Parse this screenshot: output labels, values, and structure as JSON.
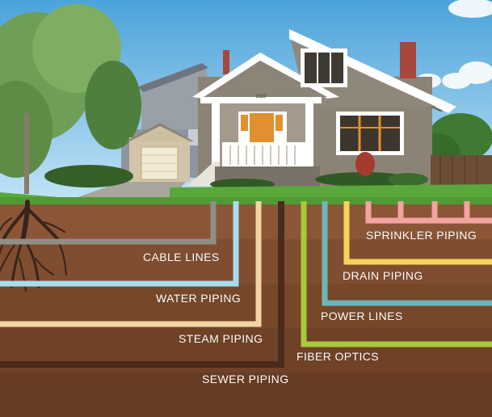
{
  "labels": {
    "cable_lines": "CABLE LINES",
    "water_piping": "WATER PIPING",
    "steam_piping": "STEAM PIPING",
    "sewer_piping": "SEWER PIPING",
    "sprinkler_piping": "SPRINKLER PIPING",
    "drain_piping": "DRAIN PIPING",
    "power_lines": "POWER LINES",
    "fiber_optics": "FIBER OPTICS"
  },
  "house_number": "2110",
  "colors": {
    "sky": "#7ec3ea",
    "grass": "#4f9a35",
    "soil_light": "#8a5634",
    "soil_dark": "#6e4128",
    "cable_lines": "#8f8f86",
    "water_piping": "#a9dcf0",
    "steam_piping": "#f1d6a4",
    "sewer_piping": "#4a2a1c",
    "sprinkler_piping": "#f3a3a0",
    "drain_piping": "#f7d35a",
    "power_lines": "#6cb6b7",
    "fiber_optics": "#a9c93b"
  }
}
